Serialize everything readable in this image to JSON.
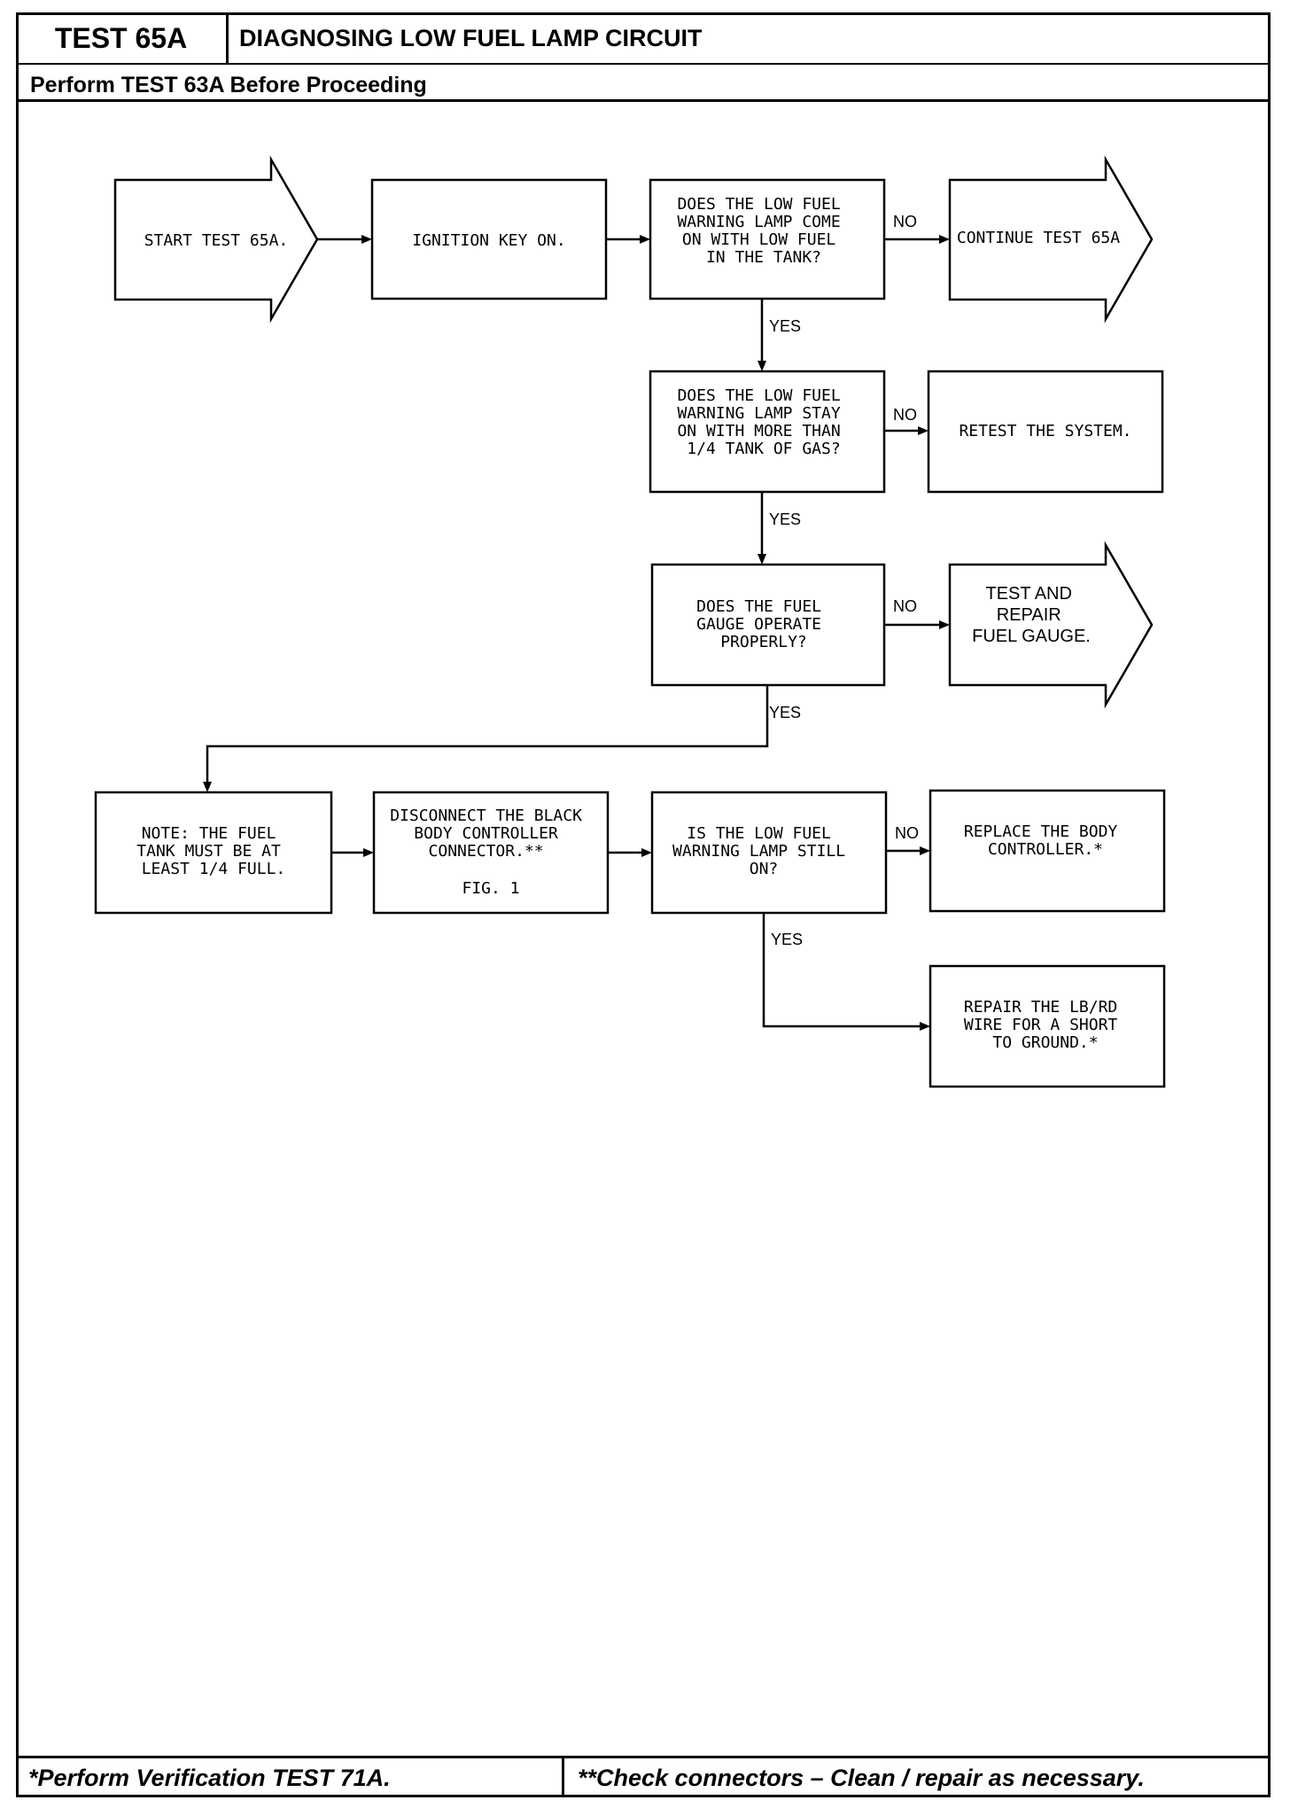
{
  "header": {
    "test_id": "TEST 65A",
    "title": "DIAGNOSING LOW FUEL LAMP CIRCUIT",
    "prerequisite": "Perform TEST 63A Before Proceeding"
  },
  "flow": {
    "start": [
      "START TEST 65A."
    ],
    "ignition": [
      "IGNITION KEY ON."
    ],
    "q1": [
      "DOES THE LOW FUEL",
      "WARNING LAMP COME",
      "ON WITH LOW FUEL",
      "IN THE TANK?"
    ],
    "continue": [
      "CONTINUE TEST 65A"
    ],
    "q2": [
      "DOES THE LOW FUEL",
      "WARNING LAMP STAY",
      "ON WITH MORE THAN",
      "1/4 TANK OF GAS?"
    ],
    "retest": [
      "RETEST THE SYSTEM."
    ],
    "q3": [
      "DOES THE FUEL",
      "GAUGE OPERATE",
      "PROPERLY?"
    ],
    "test_repair": [
      "TEST AND",
      "REPAIR",
      "FUEL GAUGE."
    ],
    "note": [
      "NOTE:  THE FUEL",
      "TANK MUST BE AT",
      "LEAST 1/4 FULL."
    ],
    "disconnect": [
      "DISCONNECT THE BLACK",
      "BODY CONTROLLER",
      "CONNECTOR.**",
      "",
      "FIG. 1"
    ],
    "q4": [
      "IS THE LOW FUEL",
      "WARNING LAMP STILL",
      "ON?"
    ],
    "replace": [
      "REPLACE THE BODY",
      "CONTROLLER.*"
    ],
    "repair_wire": [
      "REPAIR THE LB/RD",
      "WIRE FOR A SHORT",
      "TO GROUND.*"
    ],
    "labels": {
      "yes": "YES",
      "no": "NO"
    }
  },
  "footer": {
    "left": "*Perform Verification TEST 71A.",
    "right": "**Check connectors – Clean / repair as necessary."
  }
}
